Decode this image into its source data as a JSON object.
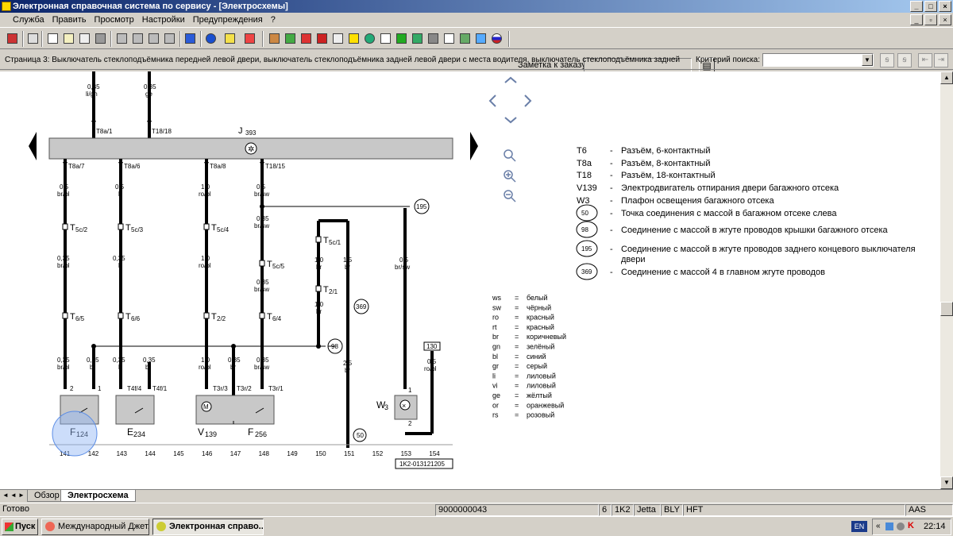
{
  "window": {
    "title": "Электронная справочная система по сервису - [Электросхемы]"
  },
  "menu": [
    "Служба",
    "Править",
    "Просмотр",
    "Настройки",
    "Предупреждения",
    "?"
  ],
  "toolbar": {
    "note_label": "Заметка к заказу:",
    "note_value": ""
  },
  "page": {
    "title": "Страница 3: Выключатель стеклоподъёмника передней левой двери, выключатель стеклоподъёмника задней левой двери с места водителя, выключатель стеклоподъёмника задней",
    "search_label": "Критерий поиска:",
    "search_value": ""
  },
  "diagram": {
    "top_wires": [
      {
        "size": "0,35",
        "color": "li/gn",
        "pin": "T8a/1"
      },
      {
        "size": "0,35",
        "color": "ge",
        "pin": "T18/18"
      }
    ],
    "unit_label": "J",
    "unit_sub": "393",
    "branches": [
      {
        "pin": "T8a/7",
        "size": "0,5",
        "color": "br/bl"
      },
      {
        "pin": "T8a/6",
        "size": "0,5",
        "color": "li"
      },
      {
        "pin": "T8a/8",
        "size": "1,0",
        "color": "ro/bl"
      },
      {
        "pin": "T18/15",
        "size": "0,5",
        "color": "br/sw"
      }
    ],
    "connectors": [
      {
        "main": "T",
        "sub": "5c/2"
      },
      {
        "main": "T",
        "sub": "5c/3"
      },
      {
        "main": "T",
        "sub": "5c/4"
      },
      {
        "main": "T",
        "sub": "5c/5"
      },
      {
        "main": "T",
        "sub": "5c/1"
      },
      {
        "main": "T",
        "sub": "2/1"
      },
      {
        "main": "T",
        "sub": "6/5"
      },
      {
        "main": "T",
        "sub": "6/6"
      },
      {
        "main": "T",
        "sub": "2/2"
      },
      {
        "main": "T",
        "sub": "6/4"
      }
    ],
    "wires": [
      {
        "size": "0,35",
        "color": "br/bl"
      },
      {
        "size": "0,35",
        "color": "li"
      },
      {
        "size": "1,0",
        "color": "ro/bl"
      },
      {
        "size": "0,35",
        "color": "br/sw"
      },
      {
        "size": "0,35",
        "color": "br/sw"
      },
      {
        "size": "1,0",
        "color": "br"
      },
      {
        "size": "1,5",
        "color": "br"
      },
      {
        "size": "1,0",
        "color": "br"
      },
      {
        "size": "0,5",
        "color": "br/sw"
      },
      {
        "size": "0,35",
        "color": "br/bl"
      },
      {
        "size": "0,35",
        "color": "br"
      },
      {
        "size": "0,35",
        "color": "li"
      },
      {
        "size": "0,35",
        "color": "br"
      },
      {
        "size": "1,0",
        "color": "ro/bl"
      },
      {
        "size": "0,35",
        "color": "br"
      },
      {
        "size": "0,35",
        "color": "br/sw"
      },
      {
        "size": "2,5",
        "color": "br"
      },
      {
        "size": "0,5",
        "color": "ro/bl"
      }
    ],
    "pins": [
      "2",
      "1",
      "T4f/4",
      "T4f/1",
      "T3r/3",
      "T3r/2",
      "T3r/1",
      "1",
      "2"
    ],
    "components": [
      {
        "main": "F",
        "sub": "124"
      },
      {
        "main": "E",
        "sub": "234"
      },
      {
        "main": "V",
        "sub": "139"
      },
      {
        "main": "F",
        "sub": "256"
      },
      {
        "main": "W",
        "sub": "3"
      }
    ],
    "ground_points": [
      "195",
      "369",
      "98",
      "50",
      "130"
    ],
    "columns": [
      "141",
      "142",
      "143",
      "144",
      "145",
      "146",
      "147",
      "148",
      "149",
      "150",
      "151",
      "152",
      "153",
      "154"
    ],
    "ref": "1K2-013121205"
  },
  "legend": [
    {
      "code": "T6",
      "desc": "Разъём, 6-контактный"
    },
    {
      "code": "T8a",
      "desc": "Разъём, 8-контактный"
    },
    {
      "code": "T18",
      "desc": "Разъём, 18-контактный"
    },
    {
      "code": "V139",
      "desc": "Электродвигатель отпирания двери багажного отсека"
    },
    {
      "code": "W3",
      "desc": "Плафон освещения багажного отсека"
    },
    {
      "code": "50",
      "desc": "Точка соединения с массой в багажном отсеке слева"
    },
    {
      "code": "98",
      "desc": "Соединение с массой в жгуте проводов крышки багажного отсека"
    },
    {
      "code": "195",
      "desc": "Соединение с массой в жгуте проводов заднего концевого выключателя",
      "desc2": "двери"
    },
    {
      "code": "369",
      "desc": "Соединение с массой 4 в главном жгуте проводов"
    }
  ],
  "color_codes": [
    {
      "abbr": "ws",
      "name": "белый"
    },
    {
      "abbr": "sw",
      "name": "чёрный"
    },
    {
      "abbr": "ro",
      "name": "красный"
    },
    {
      "abbr": "rt",
      "name": "красный"
    },
    {
      "abbr": "br",
      "name": "коричневый"
    },
    {
      "abbr": "gn",
      "name": "зелёный"
    },
    {
      "abbr": "bl",
      "name": "синий"
    },
    {
      "abbr": "gr",
      "name": "серый"
    },
    {
      "abbr": "li",
      "name": "лиловый"
    },
    {
      "abbr": "vi",
      "name": "лиловый"
    },
    {
      "abbr": "ge",
      "name": "жёлтый"
    },
    {
      "abbr": "or",
      "name": "оранжевый"
    },
    {
      "abbr": "rs",
      "name": "розовый"
    }
  ],
  "tabs": [
    {
      "label": "Обзор",
      "active": false
    },
    {
      "label": "Электросхема",
      "active": true
    }
  ],
  "status": {
    "text": "Готово",
    "order": "9000000043",
    "n": "6",
    "code": "1K2",
    "model": "Jetta",
    "c1": "BLY",
    "c2": "HFT",
    "eng": "AAS"
  },
  "taskbar": {
    "start": "Пуск",
    "tasks": [
      "Международный Джет...",
      "Электронная справо..."
    ],
    "lang": "EN",
    "clock": "22:14"
  }
}
